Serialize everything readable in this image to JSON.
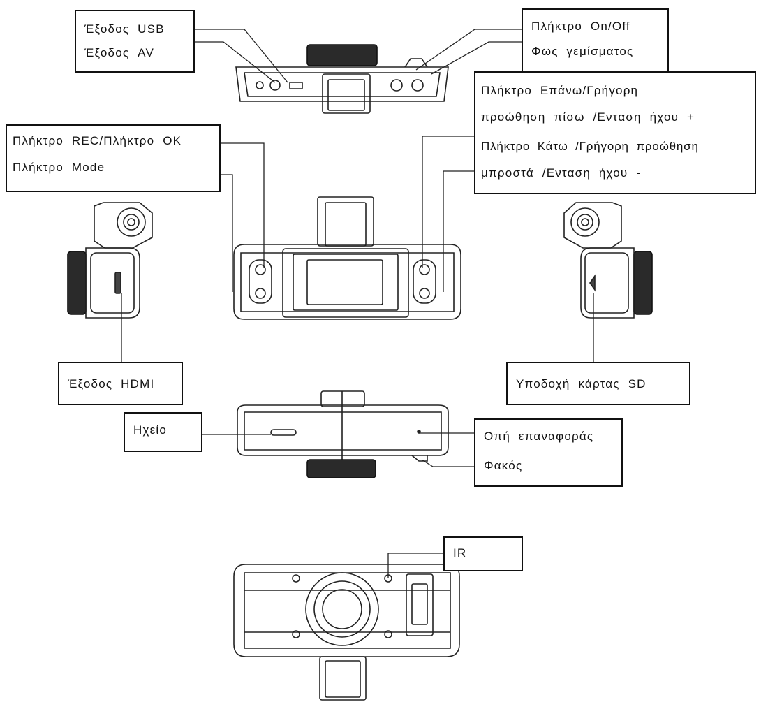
{
  "labels": {
    "usb_out": "Έξοδος USB",
    "av_out": "Έξοδος AV",
    "power_key": "Πλήκτρο On/Off",
    "charge_light": "Φως γεμίσματος",
    "rec_ok_key": "Πλήκτρο REC/Πλήκτρο OK",
    "mode_key": "Πλήκτρο Mode",
    "up_line1": "Πλήκτρο Επάνω/Γρήγορη",
    "up_line2": "προώθηση πίσω /Ενταση ήχου +",
    "down_line1": "Πλήκτρο Κάτω /Γρήγορη προώθηση",
    "down_line2": "μπροστά /Ενταση ήχου -",
    "hdmi_out": "Έξοδος HDMI",
    "sd_slot": "Υποδοχή κάρτας SD",
    "speaker": "Ηχείο",
    "reset_hole": "Οπή επαναφοράς",
    "lens": "Φακός",
    "ir": "IR"
  }
}
